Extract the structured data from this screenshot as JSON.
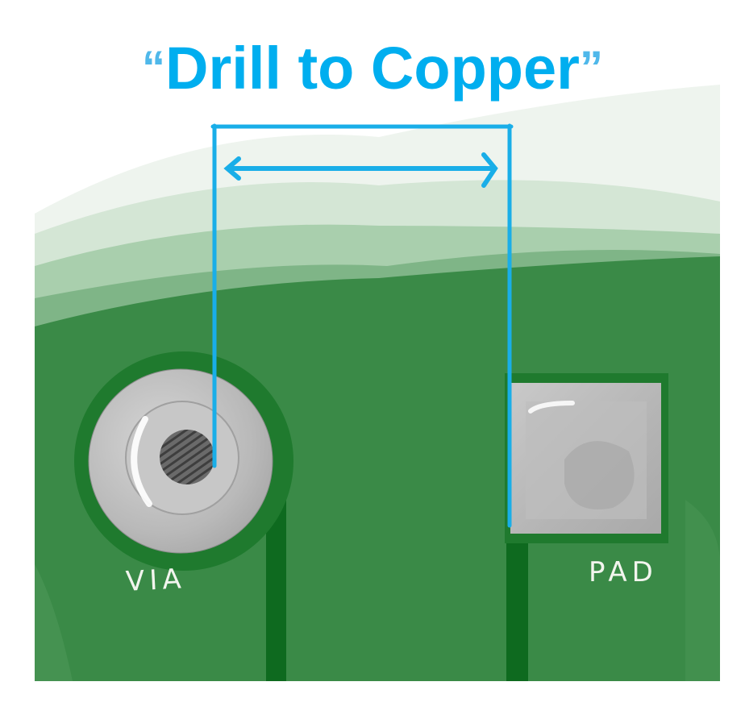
{
  "title": {
    "open_quote": "“",
    "text": "Drill to Copper",
    "close_quote": "”"
  },
  "labels": {
    "via": "VIA",
    "pad": "PAD"
  },
  "colors": {
    "accent_blue": "#00aeef",
    "board_green": "#3a8a47",
    "copper_edge_green": "#1f7a2e",
    "trace_green": "#0e6a1f",
    "pad_grey": "#b8b8b8",
    "hole_grey": "#555555",
    "label_white": "#f2f5ee"
  },
  "annotation": {
    "type": "dimension-arrow",
    "meaning": "distance from drill hole edge to copper pad"
  }
}
